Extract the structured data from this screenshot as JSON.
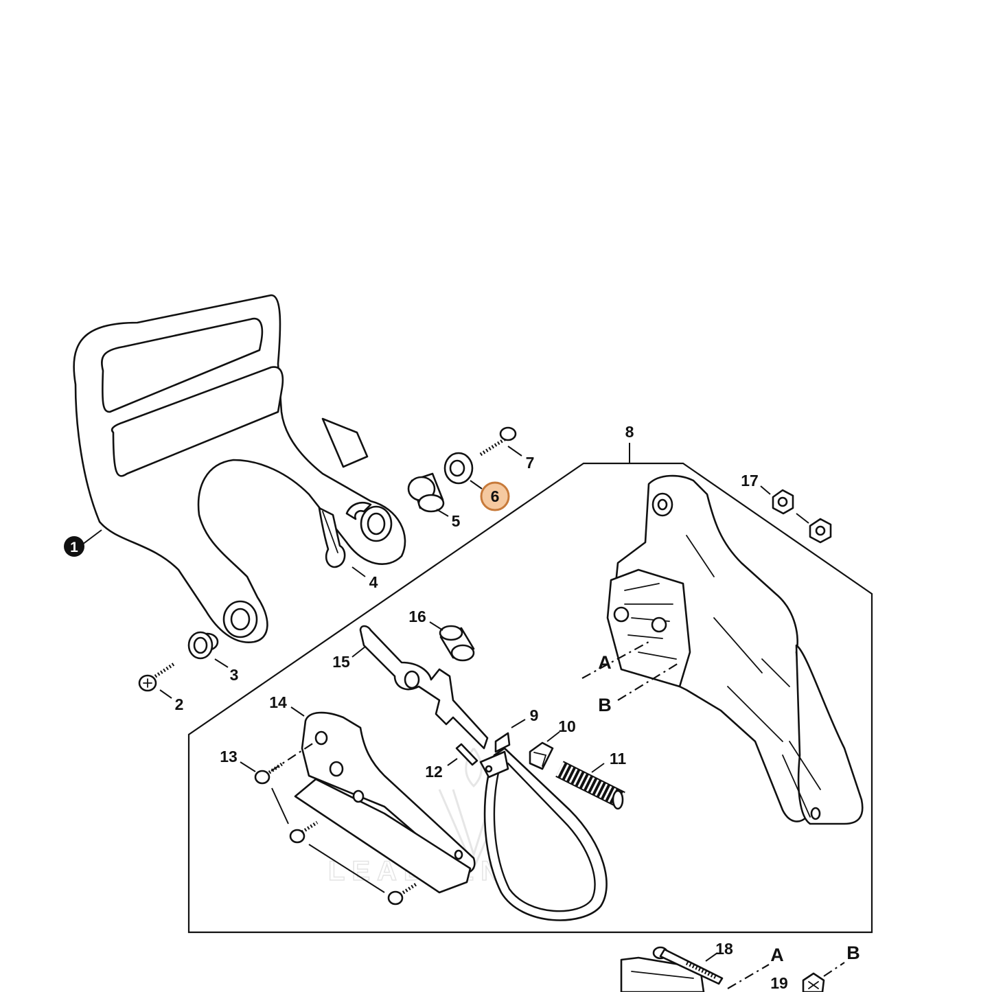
{
  "callouts": {
    "c1": "1",
    "c2": "2",
    "c3": "3",
    "c4": "4",
    "c5": "5",
    "c6": "6",
    "c7": "7",
    "c8": "8",
    "c9": "9",
    "c10": "10",
    "c11": "11",
    "c12": "12",
    "c13": "13",
    "c14": "14",
    "c15": "15",
    "c16": "16",
    "c17": "17",
    "c18": "18",
    "c19": "19"
  },
  "refs": {
    "a": "A",
    "b": "B"
  },
  "watermark": "LEADVENTURE",
  "colors": {
    "highlight_fill": "#f5c9a0",
    "highlight_stroke": "#c77a3a",
    "line": "#111111"
  },
  "highlighted_part": "6"
}
